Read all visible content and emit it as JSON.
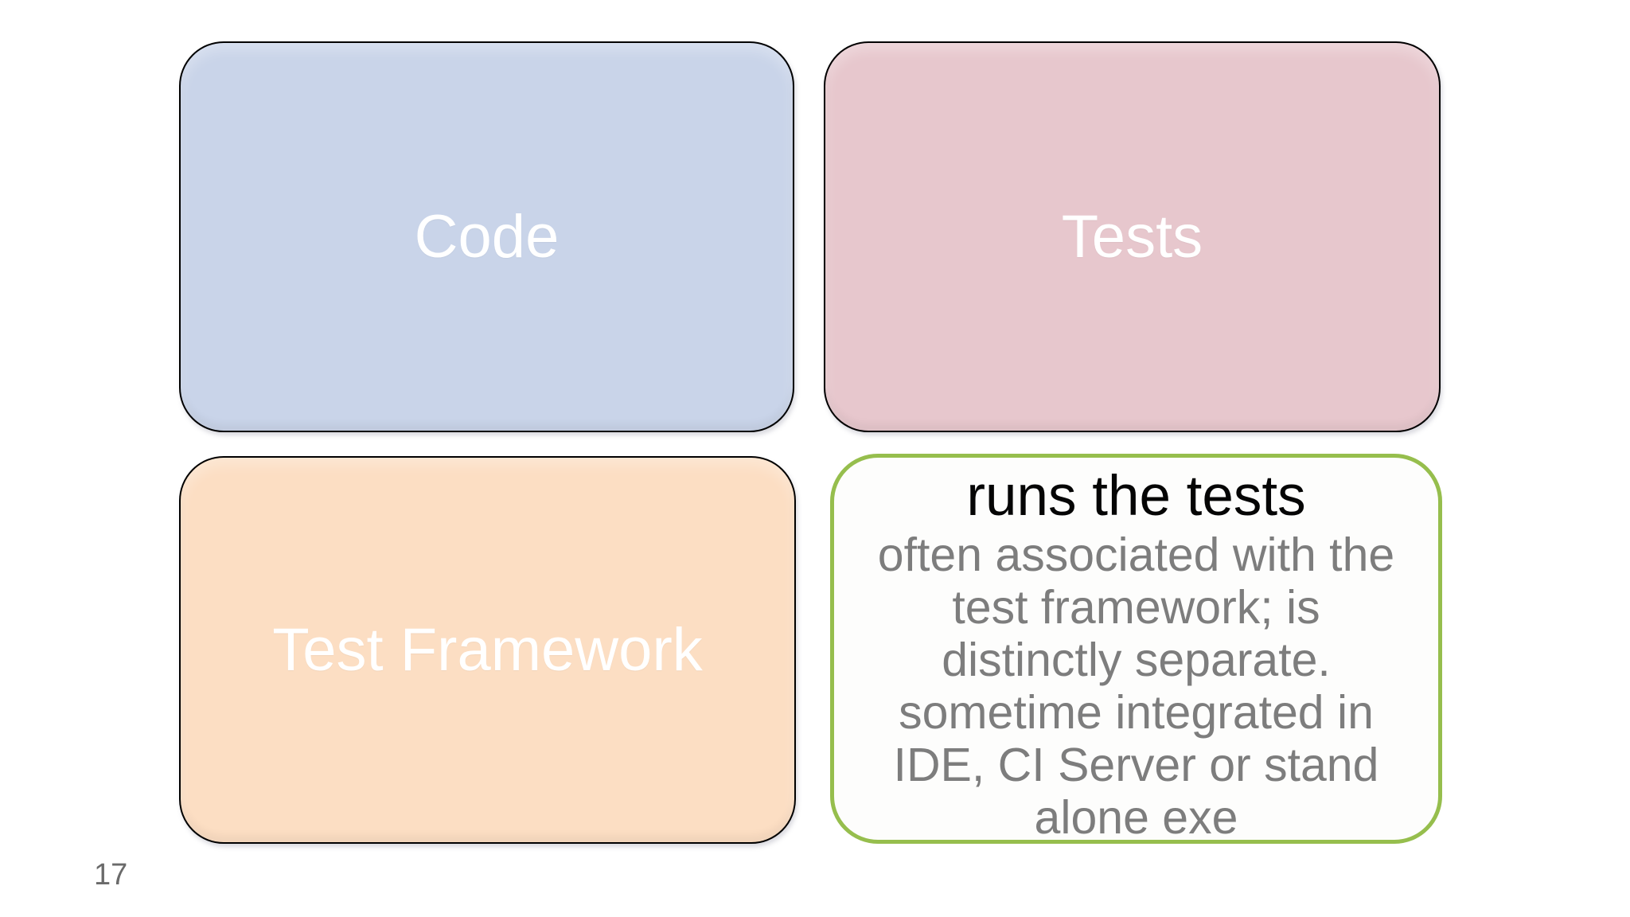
{
  "slide": {
    "page_number": "17",
    "boxes": {
      "code": {
        "label": "Code"
      },
      "tests": {
        "label": "Tests"
      },
      "test_framework": {
        "label": "Test Framework"
      },
      "test_runner": {
        "title": "runs the tests",
        "body_lines": [
          "often associated with the",
          "test framework; is",
          "distinctly separate.",
          "sometime integrated in",
          "IDE, CI Server or stand",
          "alone exe"
        ]
      }
    },
    "colors": {
      "code-fill": "#c9d4e9",
      "code-edge": "#b6c4db",
      "tests-fill": "#e7c7cd",
      "tests-edge": "#d8b7bd",
      "framework-fill": "#fcdec3",
      "framework-edge": "#eed0b5",
      "runner-fill": "#fdfdfc",
      "runner-border": "#96be4d",
      "label-text": "#ffffff",
      "title-text": "#050505",
      "body-text": "#7d7d7d",
      "page-number-text": "#6a6a6a"
    }
  }
}
